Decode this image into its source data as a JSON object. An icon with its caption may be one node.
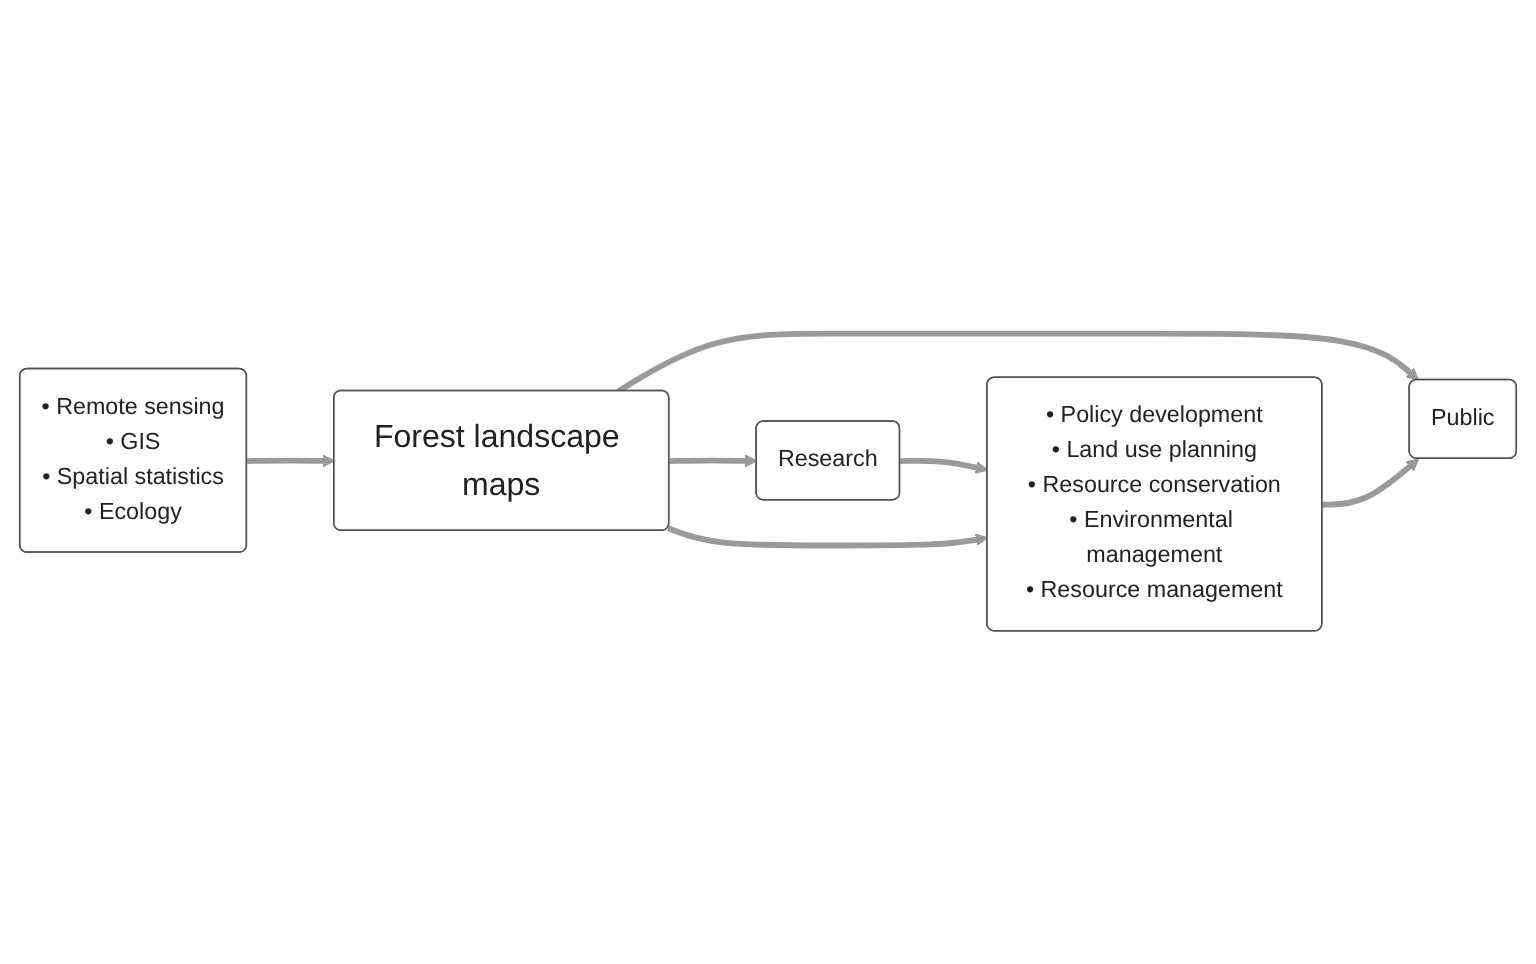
{
  "diagram": {
    "nodes": [
      {
        "text": [
          "• Remote sensing",
          "• GIS",
          "• Spatial statistics",
          "• Ecology"
        ]
      },
      {
        "text": [
          "Forest landscape maps"
        ]
      },
      {
        "text": [
          "Research"
        ]
      },
      {
        "text": [
          "• Policy development",
          "• Land use planning",
          "• Resource conservation",
          "• Environmental management",
          "• Resource management"
        ]
      },
      {
        "text": [
          "Public"
        ]
      }
    ],
    "edges": [
      {
        "from": 0,
        "to": 1,
        "arrow": "to"
      },
      {
        "from": 1,
        "to": 2,
        "arrow": "to"
      },
      {
        "from": 2,
        "to": 3,
        "arrow": "to"
      },
      {
        "from": 1,
        "to": 3,
        "arrow": "to"
      },
      {
        "from": 1,
        "to": 4,
        "arrow": "to"
      },
      {
        "from": 3,
        "to": 4,
        "arrow": "to"
      }
    ]
  }
}
